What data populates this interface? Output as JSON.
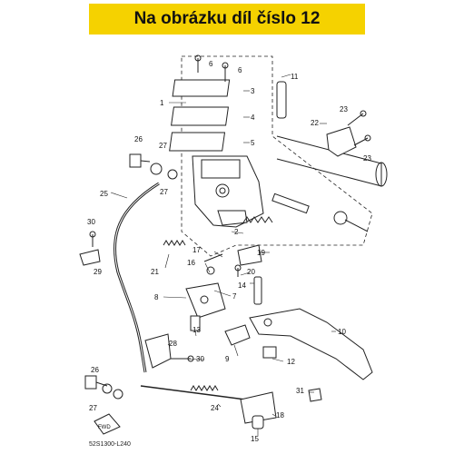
{
  "banner": {
    "text": "Na obrázku díl číslo 12",
    "color": "#f5d200"
  },
  "callouts": [
    "1",
    "2",
    "3",
    "4",
    "5",
    "6",
    "6",
    "7",
    "8",
    "9",
    "10",
    "11",
    "12",
    "13",
    "14",
    "15",
    "16",
    "17",
    "18",
    "19",
    "20",
    "21",
    "22",
    "23",
    "23",
    "24",
    "25",
    "26",
    "26",
    "27",
    "27",
    "27",
    "28",
    "29",
    "30",
    "30",
    "31"
  ],
  "fwd_label": "FWD",
  "diagram_code": "52S1300-L240"
}
